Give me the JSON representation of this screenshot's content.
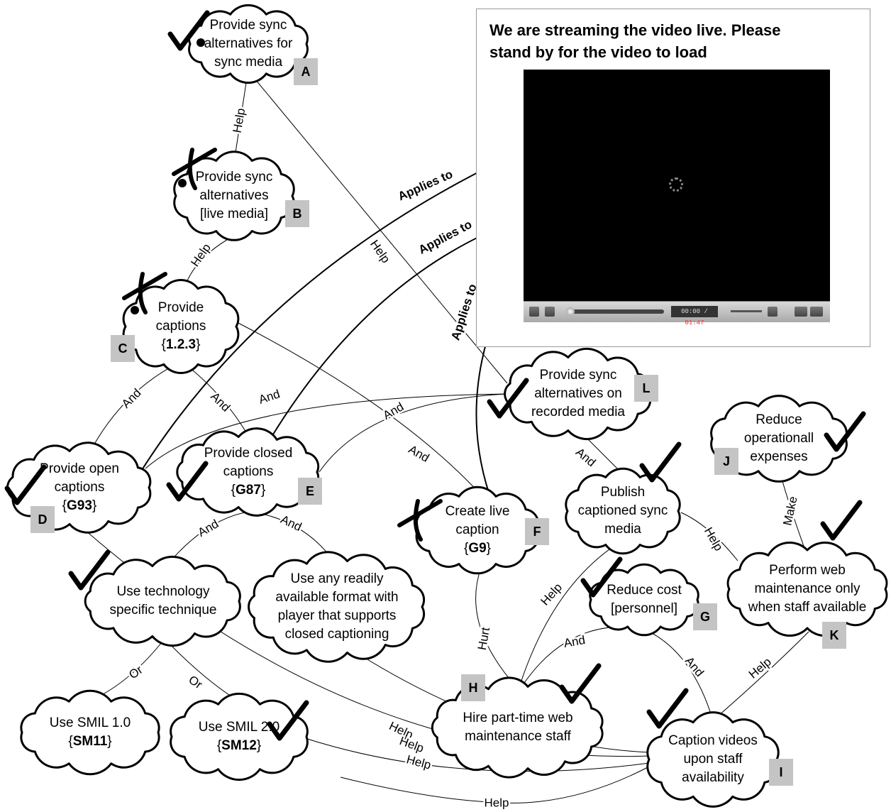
{
  "panel": {
    "title_line1": "We are streaming the video live. Please",
    "title_line2": "stand by for the video to load",
    "time_current": "00:00",
    "time_separator": " / ",
    "time_total": "01:47"
  },
  "nodes": {
    "A": {
      "id": "A",
      "lines": [
        "Provide sync",
        "alternatives for",
        "sync media"
      ],
      "mark": "check"
    },
    "B": {
      "id": "B",
      "lines": [
        "Provide sync",
        "alternatives",
        "[live media]"
      ],
      "mark": "cross"
    },
    "C": {
      "id": "C",
      "lines": [
        "Provide",
        "captions",
        "{",
        "1.2.3",
        "}"
      ],
      "mark": "cross"
    },
    "D": {
      "id": "D",
      "lines": [
        "Provide open",
        "captions",
        "{",
        "G93",
        "}"
      ],
      "mark": "check"
    },
    "E": {
      "id": "E",
      "lines": [
        "Provide closed",
        "captions",
        "{",
        "G87",
        "}"
      ],
      "mark": "check"
    },
    "F": {
      "id": "F",
      "lines": [
        "Create live",
        "caption",
        "{",
        "G9",
        "}"
      ],
      "mark": "cross"
    },
    "G": {
      "id": "G",
      "lines": [
        "Reduce cost",
        "[personnel]"
      ],
      "mark": "check"
    },
    "H": {
      "id": "H",
      "lines": [
        "Hire part-time web",
        "maintenance staff"
      ],
      "mark": "check"
    },
    "I": {
      "id": "I",
      "lines": [
        "Caption videos",
        "upon staff",
        "availability"
      ],
      "mark": "check"
    },
    "J": {
      "id": "J",
      "lines": [
        "Reduce",
        "operationall",
        "expenses"
      ],
      "mark": "check"
    },
    "K": {
      "id": "K",
      "lines": [
        "Perform web",
        "maintenance only",
        "when staff available"
      ],
      "mark": "check"
    },
    "L": {
      "id": "L",
      "lines": [
        "Provide sync",
        "alternatives on",
        "recorded media"
      ],
      "mark": "check"
    },
    "T1": {
      "lines": [
        "Use technology",
        "specific technique"
      ],
      "mark": "check"
    },
    "T2": {
      "lines": [
        "Use any readily",
        "available format with",
        "player that supports",
        "closed captioning"
      ],
      "mark": "none"
    },
    "S1": {
      "lines": [
        "Use SMIL 1.0",
        "{",
        "SM11",
        "}"
      ],
      "mark": "none"
    },
    "S2": {
      "lines": [
        "Use SMIL 2.0",
        "{",
        "SM12",
        "}"
      ],
      "mark": "check"
    },
    "P": {
      "lines": [
        "Publish",
        "captioned sync",
        "media"
      ],
      "mark": "check"
    }
  },
  "edge_labels": {
    "help": "Help",
    "and": "And",
    "or": "Or",
    "hurt": "Hurt",
    "make": "Make",
    "applies_to": "Applies to"
  }
}
